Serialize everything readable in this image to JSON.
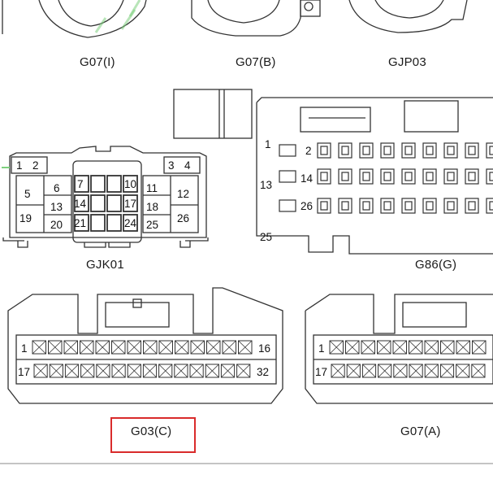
{
  "highlight_color": "#d92b2b",
  "line_color": "#333333",
  "connectors": {
    "g07i": {
      "label": "G07(I)"
    },
    "g07b": {
      "label": "G07(B)"
    },
    "gjp03": {
      "label": "GJP03"
    },
    "gjk01": {
      "label": "GJK01",
      "pins": [
        "1",
        "2",
        "3",
        "4",
        "5",
        "6",
        "7",
        "10",
        "11",
        "12",
        "13",
        "14",
        "17",
        "18",
        "19",
        "20",
        "21",
        "24",
        "25",
        "26"
      ]
    },
    "g86g": {
      "label": "G86(G)",
      "pins": [
        "1",
        "2",
        "13",
        "14",
        "25",
        "26"
      ]
    },
    "g03c": {
      "label": "G03(C)",
      "pins": [
        "1",
        "16",
        "17",
        "32"
      ],
      "highlighted": true
    },
    "g07a": {
      "label": "G07(A)",
      "pins": [
        "1",
        "17"
      ]
    }
  }
}
